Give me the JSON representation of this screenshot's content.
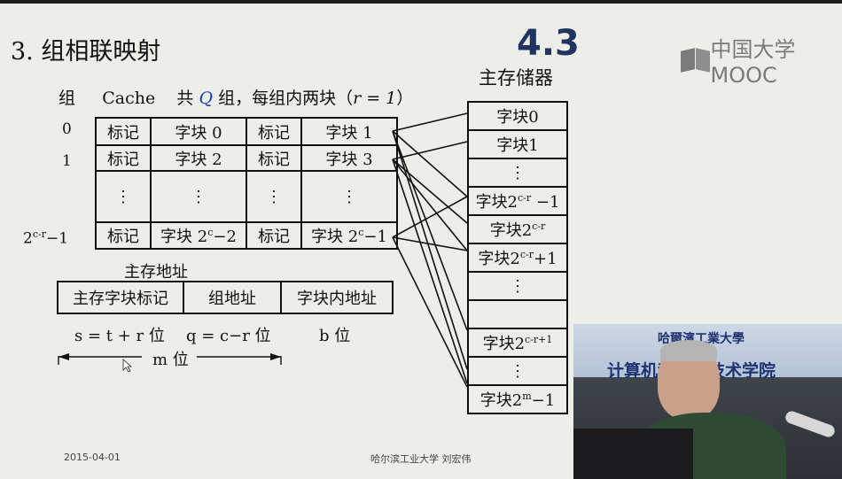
{
  "slide": {
    "title": "3. 组相联映射",
    "section": "4.3",
    "logo_text": "中国大学MOOC",
    "main_memory_label": "主存储器",
    "cache_header": {
      "group_col": "组",
      "cache_word": "Cache",
      "prefix": "共",
      "q": "Q",
      "suffix": "组，每组内两块（",
      "r_eq": "r = 1",
      "close": "）"
    },
    "group_labels": [
      "0",
      "1",
      "2c-r−1"
    ],
    "cache_rows": [
      [
        "标记",
        "字块 0",
        "标记",
        "字块 1"
      ],
      [
        "标记",
        "字块 2",
        "标记",
        "字块 3"
      ],
      [
        "⋮",
        "⋮",
        "⋮",
        "⋮"
      ],
      [
        "标记",
        "字块 2c−2",
        "标记",
        "字块 2c−1"
      ]
    ],
    "memory_blocks": [
      "字块0",
      "字块1",
      "⋮",
      "字块2c-r −1",
      "字块2c-r",
      "字块2c-r+1",
      "⋮",
      "",
      "字块2c-r+1",
      "⋮",
      "字块2m−1"
    ],
    "address": {
      "label": "主存地址",
      "fields": [
        "主存字块标记",
        "组地址",
        "字块内地址"
      ],
      "bits": [
        "s = t + r  位",
        "q = c−r 位",
        "b 位"
      ],
      "total": "m 位"
    },
    "footer": {
      "date": "2015-04-01",
      "center": "哈尔滨工业大学  刘宏伟"
    },
    "video": {
      "banner_line1": "哈爾濱工業大學",
      "banner_line2": "计算机科学与技术学院"
    }
  }
}
